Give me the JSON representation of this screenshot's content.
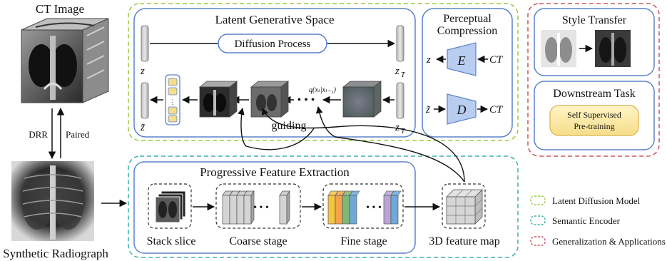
{
  "left": {
    "ct_title": "CT Image",
    "drr": "DRR",
    "paired": "Paired",
    "radiograph_title": "Synthetic Radiograph"
  },
  "latent": {
    "title": "Latent Generative Space",
    "diffusion": "Diffusion Process",
    "z": "z",
    "z_T_top": "z",
    "z_T_top_sub": "T",
    "z_tilde": "z̃",
    "z_T_bottom": "z",
    "z_T_bottom_sub": "T",
    "guiding": "guiding",
    "q_label": "q(xₜ|xₜ₋₁)"
  },
  "perceptual": {
    "title_line1": "Perceptual",
    "title_line2": "Compression",
    "enc_in": "CT",
    "enc_out": "z",
    "enc": "E",
    "dec_in": "z̃",
    "dec": "D",
    "dec_out": "CT"
  },
  "apps": {
    "style_title": "Style Transfer",
    "downstream_title": "Downstream Task",
    "ssp_line1": "Self Supervised",
    "ssp_line2": "Pre-training"
  },
  "pfe": {
    "title": "Progressive Feature Extraction",
    "stack": "Stack slice",
    "coarse": "Coarse stage",
    "fine": "Fine stage",
    "feature_map": "3D feature map",
    "dots": "• • •"
  },
  "legend": [
    {
      "label": "Latent Diffusion Model",
      "color": "#9ccc3c"
    },
    {
      "label": "Semantic Encoder",
      "color": "#3bb3a6"
    },
    {
      "label": "Generalization & Applications",
      "color": "#c9575e"
    }
  ],
  "colors": {
    "blue_box": "#5b83c8",
    "green_dash": "#9ccc3c",
    "teal_dash": "#3bb3a6",
    "red_dash": "#c9575e",
    "fine_bars": [
      "#f4c542",
      "#f2a34b",
      "#7fb877",
      "#6ea9d8",
      "#b9a4d6"
    ]
  }
}
